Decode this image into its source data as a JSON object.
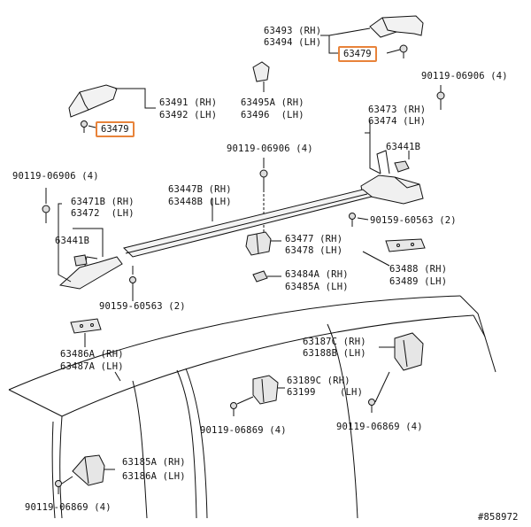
{
  "diagram": {
    "image_id": "#858972",
    "accent_box_color": "#e8833a",
    "labels": {
      "p63493": "63493 (RH)",
      "p63494": "63494 (LH)",
      "p63479_top": "63479",
      "p90119_06906_tr": "90119-06906 (4)",
      "p63491": "63491 (RH)",
      "p63492": "63492 (LH)",
      "p63479_left": "63479",
      "p63495A": "63495A (RH)",
      "p63496": "63496  (LH)",
      "p63473": "63473 (RH)",
      "p63474": "63474 (LH)",
      "p63441B_r": "63441B",
      "p90119_06906_mid": "90119-06906 (4)",
      "p90119_06906_l": "90119-06906 (4)",
      "p63447B": "63447B (RH)",
      "p63448B": "63448B (LH)",
      "p63471B": "63471B (RH)",
      "p63472": "63472  (LH)",
      "p90159_60563_r": "90159-60563 (2)",
      "p63441B_l": "63441B",
      "p63477": "63477 (RH)",
      "p63478": "63478 (LH)",
      "p63488": "63488 (RH)",
      "p63489": "63489 (LH)",
      "p63484A": "63484A (RH)",
      "p63485A": "63485A (LH)",
      "p90159_60563_l": "90159-60563 (2)",
      "p63486A": "63486A (RH)",
      "p63487A": "63487A (LH)",
      "p63187C": "63187C (RH)",
      "p63188B": "63188B (LH)",
      "p63189C": "63189C (RH)",
      "p63199": "63199",
      "p63199_lh": "(LH)",
      "p90119_06869_mid": "90119-06869 (4)",
      "p90119_06869_r": "90119-06869 (4)",
      "p63185A": "63185A (RH)",
      "p63186A": "63186A (LH)",
      "p90119_06869_bl": "90119-06869 (4)"
    }
  }
}
